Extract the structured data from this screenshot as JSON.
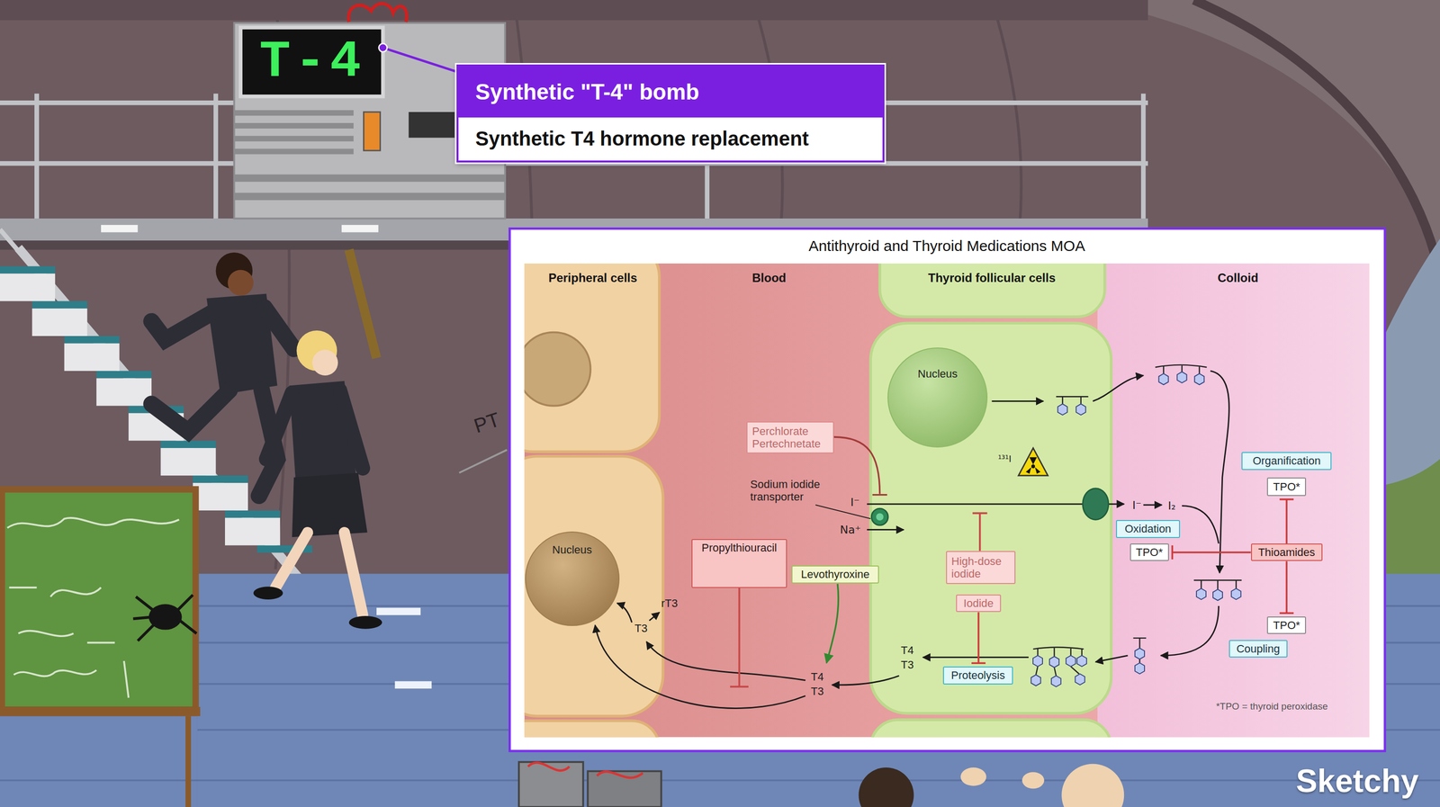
{
  "diagram": {
    "title": "Antithyroid and Thyroid Medications MOA",
    "nodes": [
      {
        "text": [
          "Synthetic \"T-4\" bomb",
          "Synthetic T4 hormone replacement"
        ]
      },
      {
        "text": [
          "Peripheral cells"
        ]
      },
      {
        "text": [
          "Blood"
        ]
      },
      {
        "text": [
          "Thyroid follicular cells"
        ]
      },
      {
        "text": [
          "Colloid"
        ]
      },
      {
        "text": [
          "Nucleus"
        ],
        "in": 1
      },
      {
        "text": [
          "Perchlorate Pertechnetate"
        ],
        "in": 2
      },
      {
        "text": [
          "Propylthiouracil"
        ],
        "in": 2
      },
      {
        "text": [
          "Levothyroxine"
        ]
      },
      {
        "text": [
          "Nucleus"
        ],
        "in": 3
      },
      {
        "text": [
          "High-dose iodide"
        ],
        "in": 3
      },
      {
        "text": [
          "Iodide"
        ],
        "in": 3
      },
      {
        "text": [
          "Proteolysis"
        ],
        "in": 3
      },
      {
        "text": [
          "Organification"
        ],
        "in": 4
      },
      {
        "text": [
          "TPO*"
        ],
        "in": 4
      },
      {
        "text": [
          "Oxidation"
        ],
        "in": 4
      },
      {
        "text": [
          "TPO*"
        ],
        "in": 4
      },
      {
        "text": [
          "Thioamides"
        ],
        "in": 4
      },
      {
        "text": [
          "TPO*"
        ],
        "in": 4
      },
      {
        "text": [
          "Coupling"
        ],
        "in": 4
      }
    ],
    "edges": [
      {
        "from": 17,
        "to": 14,
        "arrow": "to"
      },
      {
        "from": 17,
        "to": 16,
        "arrow": "to"
      },
      {
        "from": 17,
        "to": 18,
        "arrow": "to"
      },
      {
        "from": 11,
        "to": 12,
        "arrow": "to"
      }
    ],
    "labels": [
      "T-4",
      "PT",
      "Sodium iodide transporter",
      "I⁻",
      "Na⁺",
      "I⁻",
      "I₂",
      "¹³¹I",
      "rT3",
      "T3",
      "T4",
      "T3",
      "T4",
      "T3",
      "*TPO = thyroid peroxidase",
      "Sketchy"
    ]
  }
}
